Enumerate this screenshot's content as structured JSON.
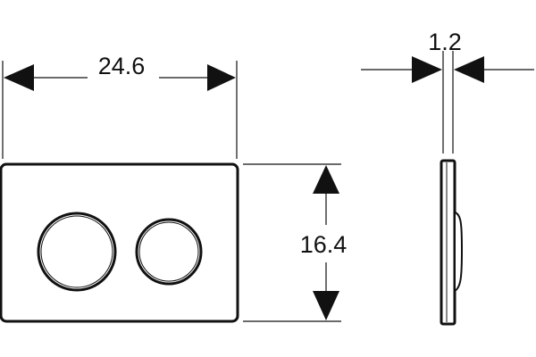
{
  "dimensions": {
    "width_label": "24.6",
    "height_label": "16.4",
    "thickness_label": "1.2"
  },
  "colors": {
    "line": "#111111",
    "background": "#ffffff"
  }
}
